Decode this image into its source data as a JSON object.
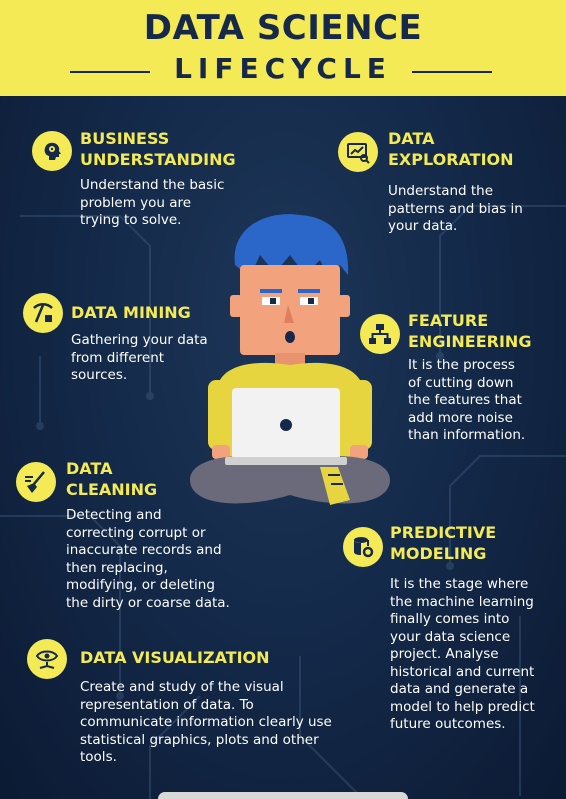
{
  "header": {
    "title_line1": "DATA SCIENCE",
    "title_line2": "LIFECYCLE"
  },
  "colors": {
    "accent": "#f4ea55",
    "background": "#142a4a",
    "text": "#ffffff",
    "title": "#17294a"
  },
  "sections": {
    "business": {
      "heading_line1": "BUSINESS",
      "heading_line2": "UNDERSTANDING",
      "description": "Understand the basic\nproblem you are\ntrying to solve.",
      "icon": "head-gear-icon"
    },
    "exploration": {
      "heading_line1": "DATA",
      "heading_line2": "EXPLORATION",
      "description": "Understand the\npatterns and bias in\nyour data.",
      "icon": "chart-screen-icon"
    },
    "mining": {
      "heading_line1": "DATA MINING",
      "description": "Gathering your data\nfrom different\nsources.",
      "icon": "pickaxe-icon"
    },
    "feature": {
      "heading_line1": "FEATURE",
      "heading_line2": "ENGINEERING",
      "description": "It is the process\nof cutting down\nthe features that\nadd more noise\nthan information.",
      "icon": "hierarchy-icon"
    },
    "cleaning": {
      "heading_line1": "DATA",
      "heading_line2": "CLEANING",
      "description": "Detecting and\ncorrecting corrupt or\ninaccurate records and\nthen replacing,\nmodifying, or deleting\nthe dirty or coarse data.",
      "icon": "broom-icon"
    },
    "predictive": {
      "heading_line1": "PREDICTIVE",
      "heading_line2": "MODELING",
      "description": "It  is the stage where\nthe machine learning\nfinally comes into\nyour data science\nproject. Analyse\nhistorical and current\ndata and generate a\nmodel to help predict\nfuture outcomes.",
      "icon": "database-gear-icon"
    },
    "visualization": {
      "heading_line1": "DATA VISUALIZATION",
      "description": "Create and study of the visual\nrepresentation of data. To\ncommunicate information clearly use\nstatistical graphics, plots and other\ntools.",
      "icon": "eye-network-icon"
    }
  }
}
